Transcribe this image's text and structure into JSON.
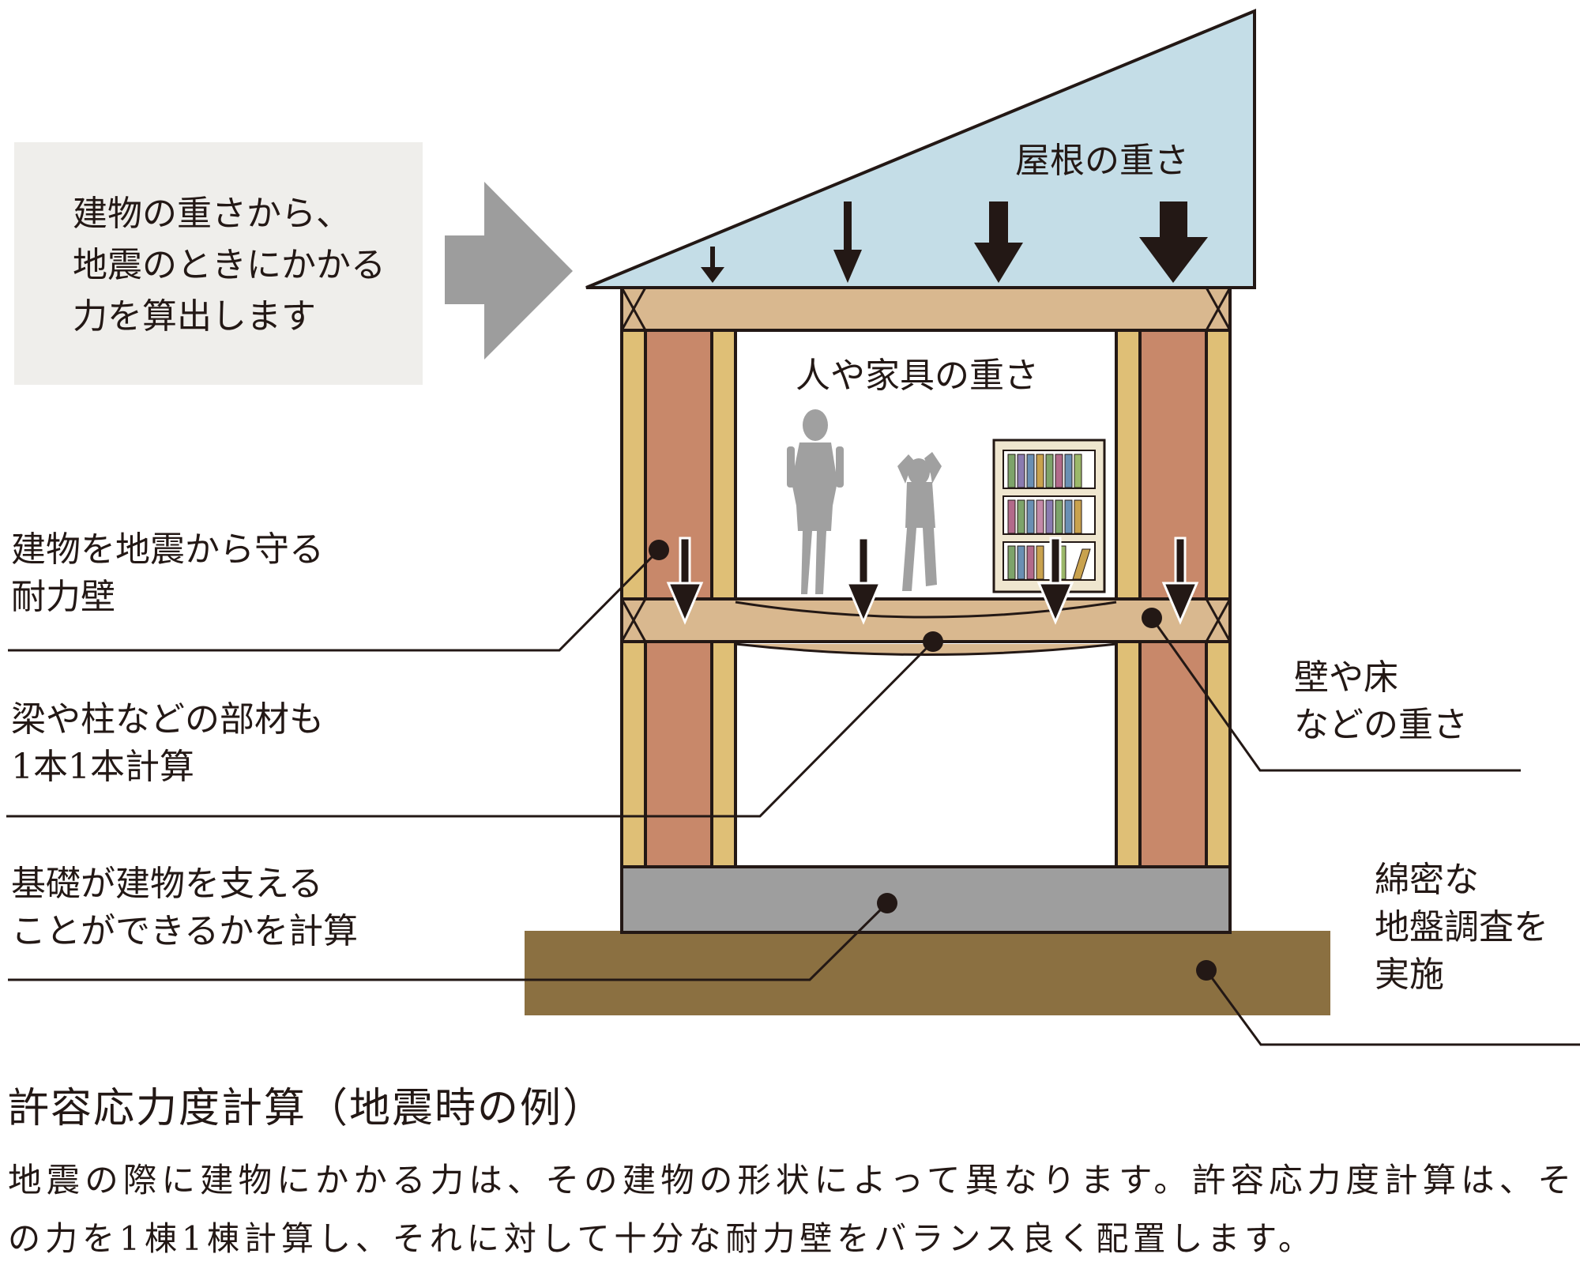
{
  "info_box": {
    "lines": [
      "建物の重さから、",
      "地震のときにかかる",
      "力を算出します"
    ]
  },
  "labels": {
    "roof_weight": "屋根の重さ",
    "people_furniture_weight": "人や家具の重さ",
    "wall_floor_weight": [
      "壁や床",
      "などの重さ"
    ],
    "shear_wall": [
      "建物を地震から守る",
      "耐力壁"
    ],
    "members": [
      "梁や柱などの部材も",
      "1本1本計算"
    ],
    "foundation": [
      "基礎が建物を支える",
      "ことができるかを計算"
    ],
    "ground_survey": [
      "綿密な",
      "地盤調査を",
      "実施"
    ]
  },
  "caption": {
    "title": "許容応力度計算（地震時の例）",
    "body": [
      "地震の際に建物にかかる力は、その建物の形状によって異なります。許容応力度計算は、そ",
      "の力を1棟1棟計算し、それに対して十分な耐力壁をバランス良く配置します。"
    ]
  },
  "colors": {
    "roof": "#c4dde7",
    "beam": "#d9b88f",
    "post": "#dfbf76",
    "shear_wall": "#c8886a",
    "foundation": "#9e9e9e",
    "ground": "#8b7041",
    "info_box_bg": "#efeeeb",
    "big_arrow": "#9d9d9d",
    "line": "#231815"
  }
}
